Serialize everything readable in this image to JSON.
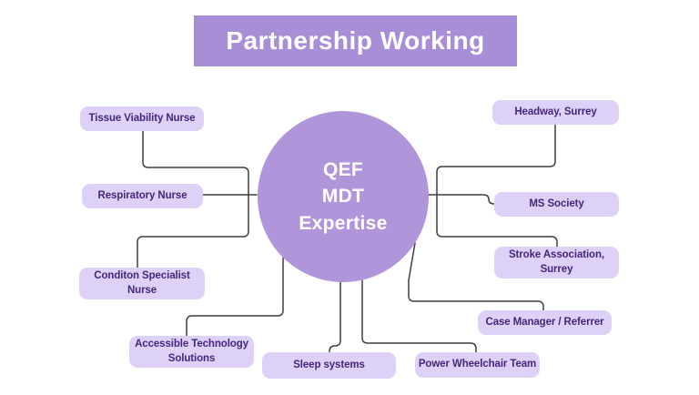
{
  "banner": {
    "title": "Partnership Working"
  },
  "hub": {
    "lines": [
      "QEF",
      "MDT",
      "Expertise"
    ]
  },
  "nodes": [
    {
      "id": "tissue-viability-nurse",
      "label": "Tissue Viability Nurse"
    },
    {
      "id": "respiratory-nurse",
      "label": "Respiratory Nurse"
    },
    {
      "id": "conditon-specialist-nurse",
      "label": "Conditon Specialist\nNurse"
    },
    {
      "id": "accessible-technology-solutions",
      "label": "Accessible Technology\nSolutions"
    },
    {
      "id": "sleep-systems",
      "label": "Sleep systems"
    },
    {
      "id": "power-wheelchair-team",
      "label": "Power Wheelchair Team"
    },
    {
      "id": "case-manager-referrer",
      "label": "Case Manager / Referrer"
    },
    {
      "id": "stroke-association-surrey",
      "label": "Stroke Association,\nSurrey"
    },
    {
      "id": "ms-society",
      "label": "MS Society"
    },
    {
      "id": "headway-surrey",
      "label": "Headway, Surrey"
    }
  ],
  "colors": {
    "background": "#ffffff",
    "banner_bg": "#a88ed7",
    "hub_bg": "#b095da",
    "node_bg": "#ddd1f8",
    "node_text": "#46257b",
    "connector": "#3f3f3f",
    "title_text": "#ffffff",
    "hub_text": "#ffffff"
  }
}
